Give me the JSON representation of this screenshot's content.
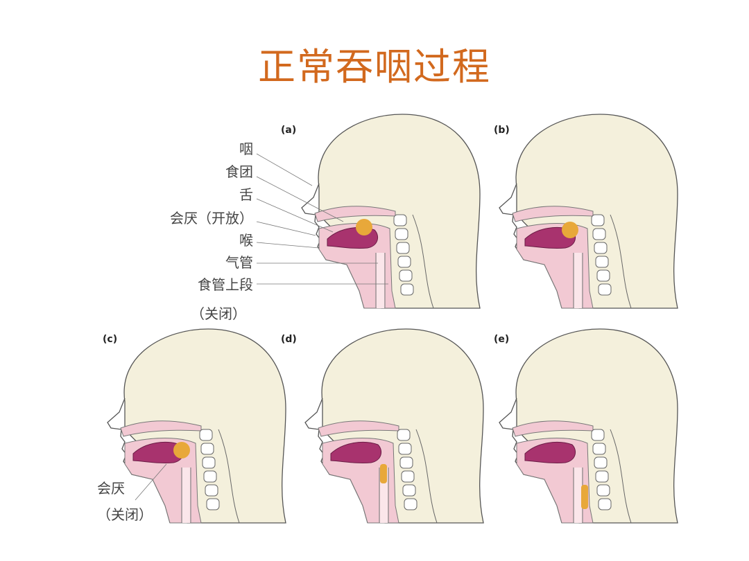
{
  "title": "正常吞咽过程",
  "panels": [
    {
      "label": "(a)"
    },
    {
      "label": "(b)"
    },
    {
      "label": "(c)"
    },
    {
      "label": "(d)"
    },
    {
      "label": "(e)"
    }
  ],
  "labels_a": [
    "咽",
    "食团",
    "舌",
    "会厌（开放）",
    "喉",
    "气管",
    "食管上段",
    "（关闭）"
  ],
  "labels_c": [
    "会厌",
    "（关闭）"
  ],
  "colors": {
    "title": "#d2691e",
    "skull": "#f4f0dc",
    "tissue": "#f2c9d3",
    "tongue": "#a8336e",
    "bolus": "#e8a83a"
  }
}
